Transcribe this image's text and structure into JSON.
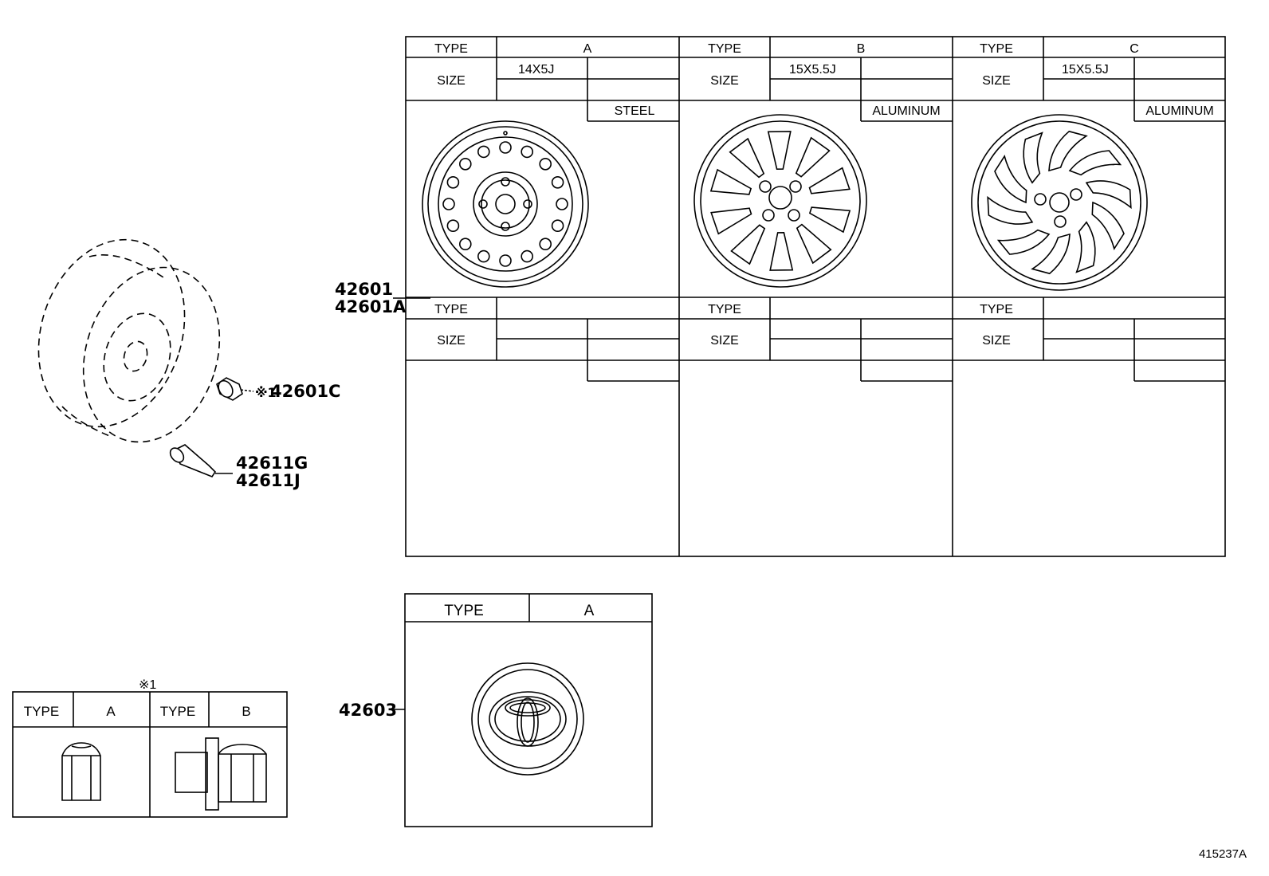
{
  "callouts": {
    "wheel_numbers": [
      "42601",
      "42601A"
    ],
    "nut_mark": "※1",
    "nut_number": "42601C",
    "valve_numbers": [
      "42611G",
      "42611J"
    ],
    "ornament_number": "42603",
    "illustration_id": "415237A"
  },
  "wheel_table": {
    "headers": {
      "type": "TYPE",
      "size": "SIZE"
    },
    "columns": [
      {
        "type": "A",
        "size": "14X5J",
        "material": "STEEL",
        "style": "steel-wheel"
      },
      {
        "type": "B",
        "size": "15X5.5J",
        "material": "ALUMINUM",
        "style": "aluminum-10-spoke"
      },
      {
        "type": "C",
        "size": "15X5.5J",
        "material": "ALUMINUM",
        "style": "aluminum-swirl"
      }
    ]
  },
  "nut_table": {
    "mark": "※1",
    "columns": [
      {
        "type_header": "TYPE",
        "type": "A"
      },
      {
        "type_header": "TYPE",
        "type": "B"
      }
    ]
  },
  "ornament_table": {
    "type_header": "TYPE",
    "type": "A"
  }
}
